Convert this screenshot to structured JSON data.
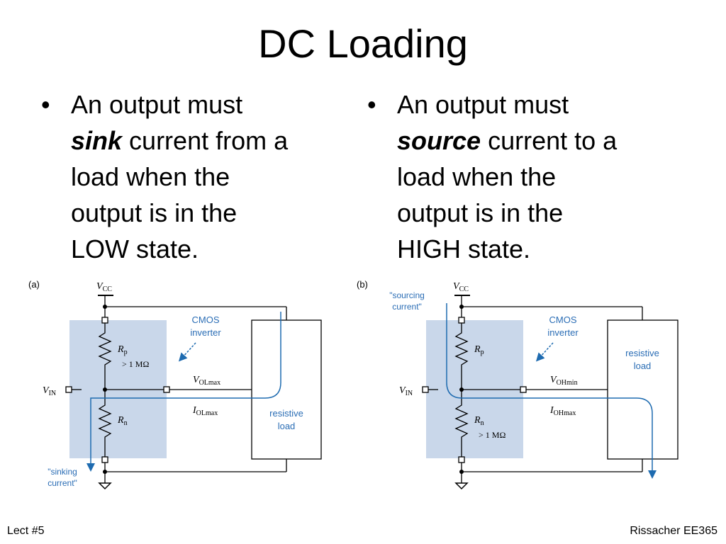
{
  "slide": {
    "title": "DC Loading",
    "left_bullet": {
      "line1": "An output must",
      "emph": "sink",
      "line2_rest": " current from a",
      "line3": "load when the",
      "line4": "output is in the",
      "line5": "LOW state."
    },
    "right_bullet": {
      "line1": "An output must",
      "emph": "source",
      "line2_rest": " current to a",
      "line3": "load when the",
      "line4": "output is in the",
      "line5": "HIGH state."
    },
    "footer_left": "Lect #5",
    "footer_right": "Rissacher EE365",
    "bullet_glyph": "•"
  },
  "diagram_a": {
    "label": "(a)",
    "vcc_v": "V",
    "vcc_sub": "CC",
    "cmos1": "CMOS",
    "cmos2": "inverter",
    "rp": "R",
    "rp_sub": "p",
    "rp_value": "> 1 MΩ",
    "rn": "R",
    "rn_sub": "n",
    "vin_v": "V",
    "vin_sub": "IN",
    "vout_v": "V",
    "vout_sub": "OLmax",
    "iout_i": "I",
    "iout_sub": "OLmax",
    "load1": "resistive",
    "load2": "load",
    "current1": "\"sinking",
    "current2": "current\""
  },
  "diagram_b": {
    "label": "(b)",
    "vcc_v": "V",
    "vcc_sub": "CC",
    "cmos1": "CMOS",
    "cmos2": "inverter",
    "rp": "R",
    "rp_sub": "p",
    "rn": "R",
    "rn_sub": "n",
    "rn_value": "> 1 MΩ",
    "vin_v": "V",
    "vin_sub": "IN",
    "vout_v": "V",
    "vout_sub": "OHmin",
    "iout_i": "I",
    "iout_sub": "OHmax",
    "load1": "resistive",
    "load2": "load",
    "current1": "\"sourcing",
    "current2": "current\""
  },
  "colors": {
    "shade": "#c9d7ea",
    "wire": "#000000",
    "current": "#1e6bb0",
    "label_blue": "#2a6db5"
  }
}
